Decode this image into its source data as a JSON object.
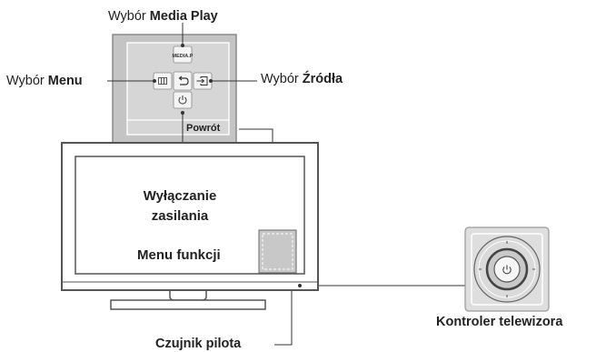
{
  "labels": {
    "media_play": {
      "prefix": "Wybór",
      "strong": "Media Play"
    },
    "menu": {
      "prefix": "Wybór",
      "strong": "Menu"
    },
    "source": {
      "prefix": "Wybór",
      "strong": "Źródła"
    },
    "power_off": {
      "line1": "Wyłączanie",
      "line2": "zasilania"
    },
    "function_menu": "Menu funkcji",
    "remote_sensor": "Czujnik pilota",
    "tv_controller": "Kontroler telewizora"
  },
  "panel": {
    "media_play_button": "MEDIA.P",
    "return_label": "Powrót"
  },
  "icons": {
    "menu": "menu-grid-icon",
    "return": "return-icon",
    "source": "source-input-icon",
    "power": "power-icon",
    "controller_power": "power-icon"
  },
  "colors": {
    "panel_bg": "#c8c8c8",
    "panel_frame": "#8a8a8a",
    "tv_frame": "#555555",
    "text": "#222222"
  }
}
